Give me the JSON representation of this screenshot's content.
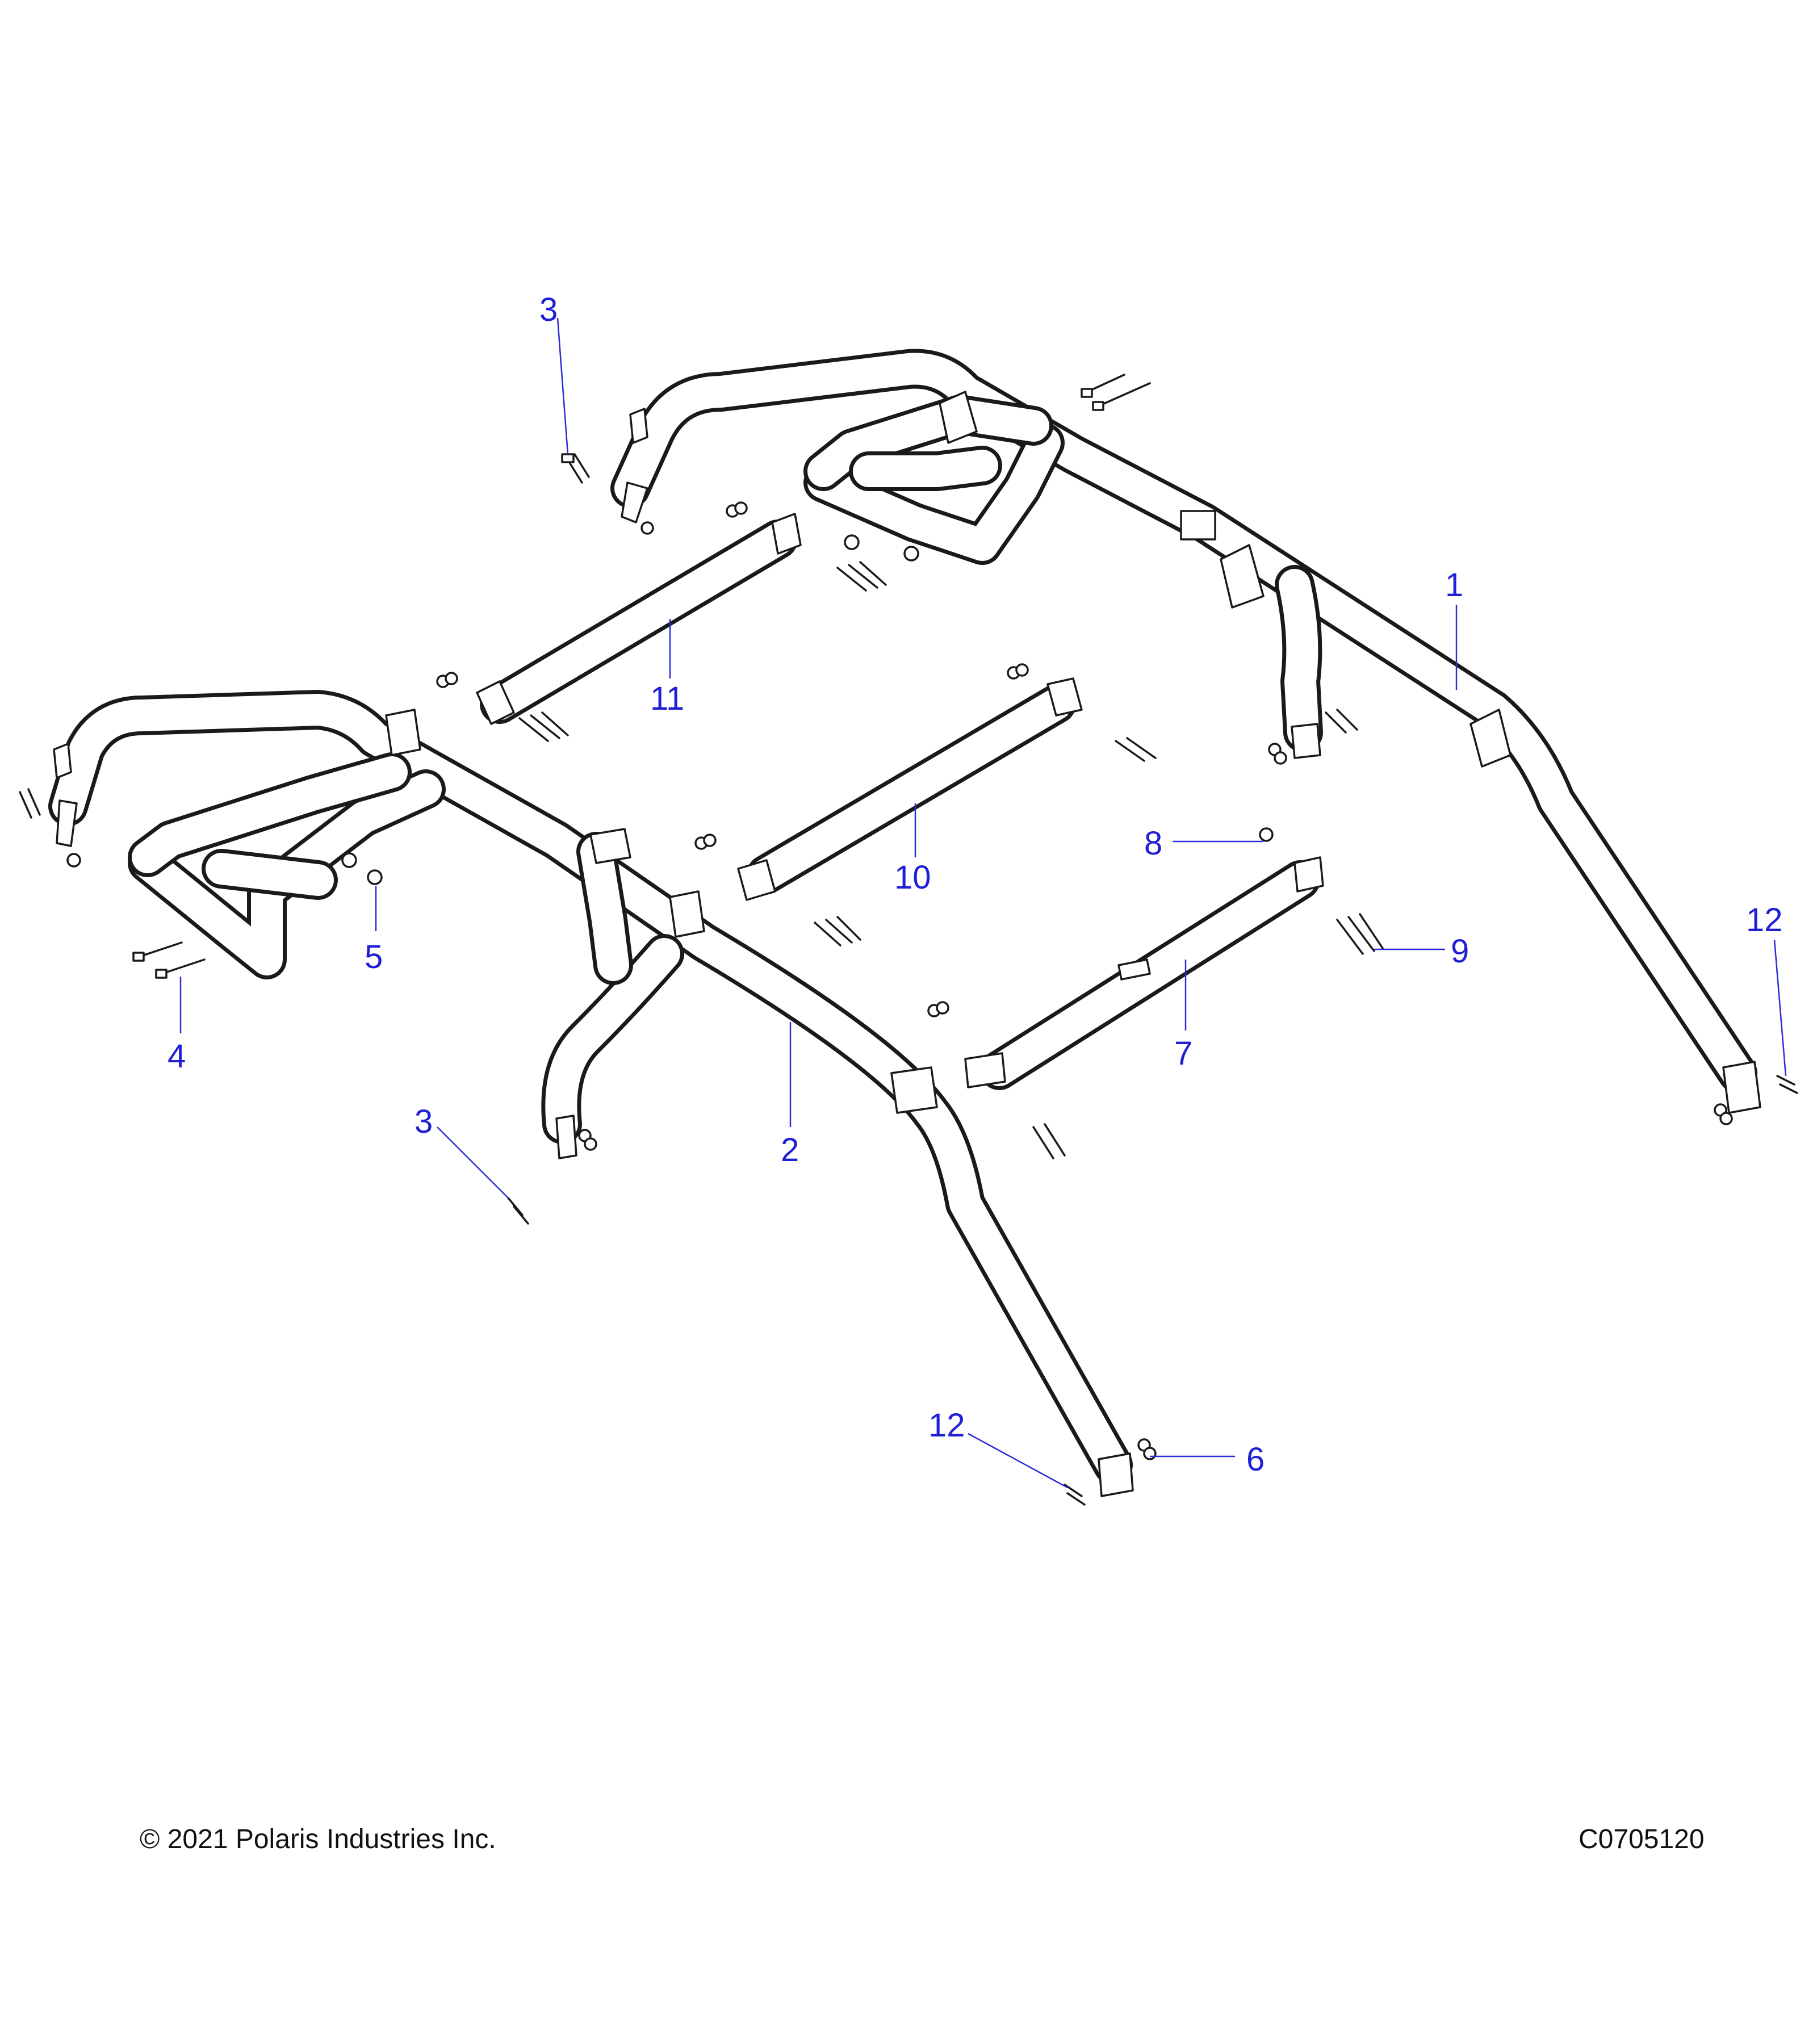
{
  "callouts": {
    "c1": "1",
    "c2": "2",
    "c3a": "3",
    "c3b": "3",
    "c4": "4",
    "c5": "5",
    "c6": "6",
    "c7": "7",
    "c8": "8",
    "c9": "9",
    "c10": "10",
    "c11": "11",
    "c12a": "12",
    "c12b": "12"
  },
  "footer": {
    "copyright": "© 2021 Polaris Industries Inc.",
    "drawing_id": "C0705120"
  },
  "colors": {
    "callout": "#1f1fd6",
    "line": "#1a1a1a",
    "background": "#ffffff"
  }
}
